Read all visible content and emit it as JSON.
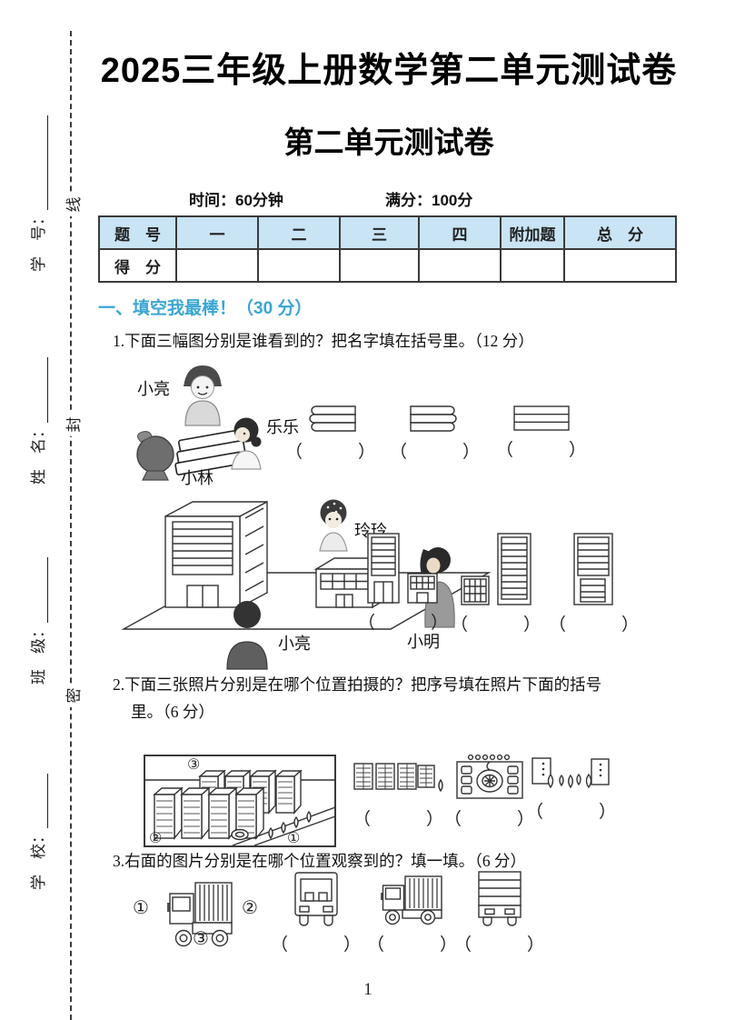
{
  "page": {
    "title": "2025三年级上册数学第二单元测试卷",
    "subtitle": "第二单元测试卷",
    "time": "时间：60分钟",
    "full_score": "满分：100分",
    "page_number": "1"
  },
  "seal": {
    "chars": [
      "线",
      "封",
      "密"
    ],
    "fields": [
      {
        "label": "学　号："
      },
      {
        "label": "姓　名："
      },
      {
        "label": "班　级："
      },
      {
        "label": "学　校："
      }
    ]
  },
  "score_table": {
    "headers": [
      "题　号",
      "一",
      "二",
      "三",
      "四",
      "附加题",
      "总　分"
    ],
    "score_row_label": "得　分"
  },
  "section_one": {
    "heading": "一、填空我最棒！（30 分）"
  },
  "q1": {
    "text": "1.下面三幅图分别是谁看到的？把名字填在括号里。（12 分）",
    "scene1_names": {
      "top": "小亮",
      "right": "乐乐",
      "bottom": "小林"
    },
    "scene2_names": {
      "top": "玲玲",
      "right": "小明",
      "bottom": "小亮"
    }
  },
  "q2": {
    "text_line1": "2.下面三张照片分别是在哪个位置拍摄的？把序号填在照片下面的括号",
    "text_line2": "里。（6 分）",
    "markers": {
      "m1": "①",
      "m2": "②",
      "m3": "③"
    }
  },
  "q3": {
    "text": "3.右面的图片分别是在哪个位置观察到的？填一填。（6 分）",
    "markers": {
      "m1": "①",
      "m2": "②",
      "m3": "③"
    }
  },
  "common": {
    "blank": "（　　　）"
  },
  "colors": {
    "section_heading": "#3aa6d2",
    "table_header_bg": "#c9e4f5"
  }
}
